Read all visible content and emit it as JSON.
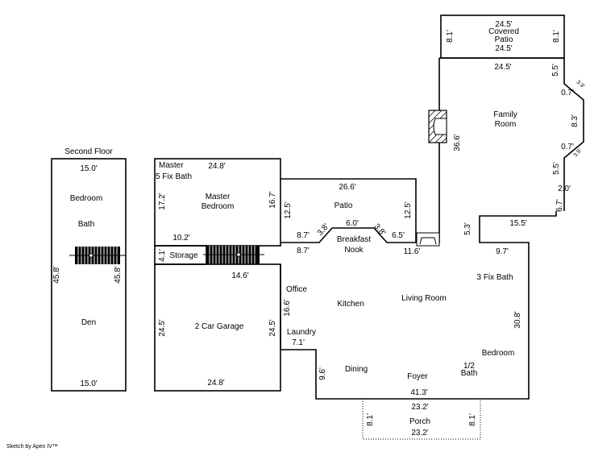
{
  "labels": {
    "second_floor": "Second Floor",
    "bedroom_2f": "Bedroom",
    "bath_2f": "Bath",
    "den": "Den",
    "master": "Master",
    "five_fix_bath": "5 Fix Bath",
    "master_bedroom_1": "Master",
    "master_bedroom_2": "Bedroom",
    "storage": "Storage",
    "garage": "2 Car Garage",
    "patio": "Patio",
    "breakfast": "Breakfast",
    "nook": "Nook",
    "office": "Office",
    "kitchen": "Kitchen",
    "laundry": "Laundry",
    "dining": "Dining",
    "living_room": "Living Room",
    "foyer": "Foyer",
    "half_bath_1": "1/2",
    "half_bath_2": "Bath",
    "three_fix_bath": "3 Fix Bath",
    "bedroom": "Bedroom",
    "family_room_1": "Family",
    "family_room_2": "Room",
    "covered_1": "Covered",
    "covered_2": "Patio",
    "porch": "Porch",
    "credit": "Sketch by Apex IV™"
  },
  "dims": {
    "sf_top": "15.0'",
    "sf_bottom": "15.0'",
    "sf_left": "45.8'",
    "sf_right": "45.8'",
    "master_top": "24.8'",
    "master_left": "17.2'",
    "master_right": "16.7'",
    "storage_top": "10.2'",
    "storage_left": "4.1'",
    "garage_top": "14.6'",
    "garage_left": "24.5'",
    "garage_right": "24.5'",
    "garage_bottom": "24.8'",
    "patio_top": "26.6'",
    "patio_left": "12.5'",
    "patio_right": "12.5'",
    "patio_b_left": "8.7'",
    "patio_b_diag_left": "3.8'",
    "patio_b_mid": "6.0'",
    "patio_b_diag_right": "3.8'",
    "patio_b_right": "6.5'",
    "nook_left": "8.7'",
    "nook_right": "11.6'",
    "office_left": "16.6'",
    "laundry_bottom": "7.1'",
    "dining_left": "9.6'",
    "foyer_bottom": "41.3'",
    "living_right": "30.8'",
    "living_top": "9.7'",
    "step_top": "15.5'",
    "step_left": "5.3'",
    "fam_right_low": "6.7'",
    "fam_step": "2.0'",
    "fam_wall_left": "36.6'",
    "fam_top": "24.5'",
    "fam_r1": "5.5'",
    "fam_r_diag1": "3.9'",
    "fam_r_07a": "0.7'",
    "fam_r_mid": "8.3'",
    "fam_r_07b": "0.7'",
    "fam_r_diag2": "3.9'",
    "fam_r2": "5.5'",
    "cov_top": "24.5'",
    "cov_bottom": "24.5'",
    "cov_left": "8.1'",
    "cov_right": "8.1'",
    "porch_top": "23.2'",
    "porch_bottom": "23.2'",
    "porch_left": "8.1'",
    "porch_right": "8.1'"
  }
}
